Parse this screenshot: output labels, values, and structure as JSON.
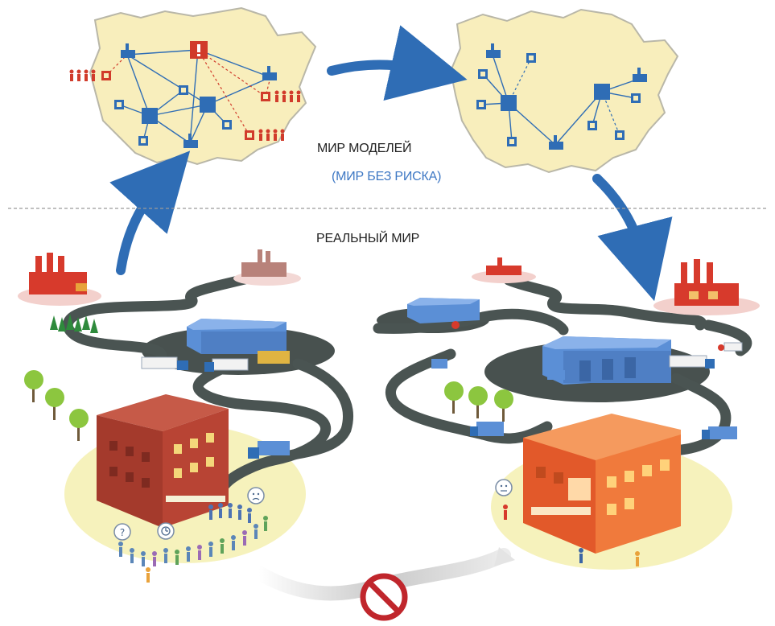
{
  "labels": {
    "model_world": "МИР МОДЕЛЕЙ",
    "no_risk": "(МИР БЕЗ РИСКА)",
    "real_world": "РЕАЛЬНЫЙ МИР"
  },
  "colors": {
    "map_fill": "#f8eebc",
    "map_stroke": "#b9b7a8",
    "node_blue": "#2f6db5",
    "risk_red": "#d13b2b",
    "arrow_blue": "#2f6db5",
    "road": "#4a5452",
    "old_building": "#b24231",
    "new_building": "#f07a3c",
    "warehouse": "#5b8fd6",
    "prohibited": "#c0262c",
    "divider": "#9a9a9a"
  },
  "icons": [
    "factory-icon",
    "warehouse-icon",
    "store-icon",
    "alert-icon",
    "prohibited-icon",
    "truck-icon",
    "tree-icon",
    "people-icon",
    "question-bubble-icon",
    "clock-bubble-icon",
    "sad-face-bubble-icon"
  ]
}
